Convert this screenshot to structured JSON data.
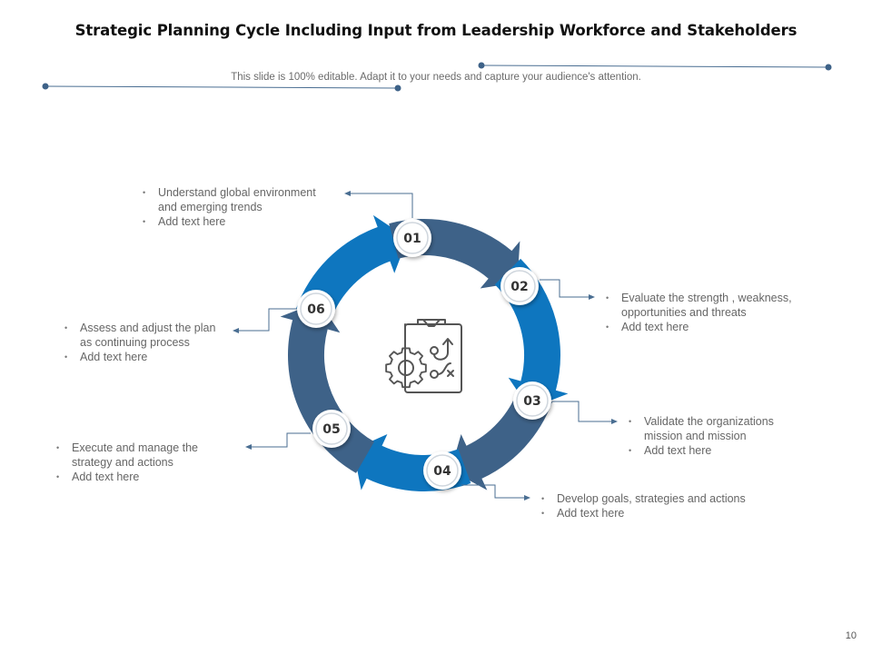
{
  "title": "Strategic Planning Cycle Including Input from Leadership Workforce and Stakeholders",
  "subtitle": "This slide is 100% editable. Adapt it to your needs and capture your audience's attention.",
  "page_number": "10",
  "colors": {
    "dark_blue": "#3e6288",
    "bright_blue": "#0e76bf",
    "connector": "#4a6e92",
    "text": "#666666"
  },
  "center_icon": "strategy-gear-clipboard-icon",
  "steps": [
    {
      "number": "01",
      "items": [
        "Understand global environment and emerging trends",
        "Add text here"
      ]
    },
    {
      "number": "02",
      "items": [
        "Evaluate the strength , weakness, opportunities and threats",
        "Add text here"
      ]
    },
    {
      "number": "03",
      "items": [
        "Validate the organizations mission and mission",
        "Add text here"
      ]
    },
    {
      "number": "04",
      "items": [
        "Develop goals, strategies and actions",
        "Add text here"
      ]
    },
    {
      "number": "05",
      "items": [
        "Execute and manage the strategy and actions",
        "Add text here"
      ]
    },
    {
      "number": "06",
      "items": [
        "Assess and adjust the plan as continuing process",
        "Add text here"
      ]
    }
  ]
}
